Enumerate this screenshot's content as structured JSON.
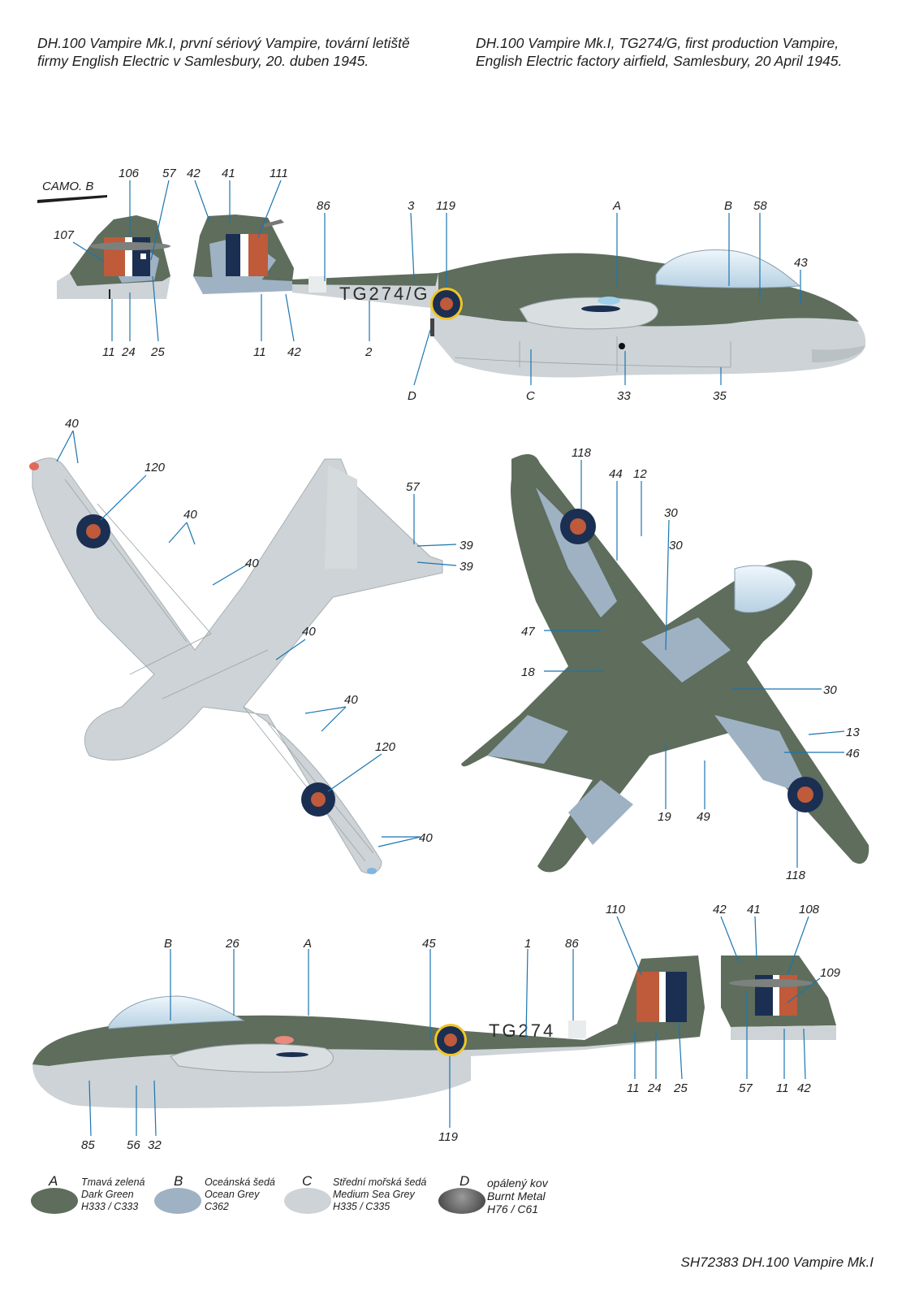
{
  "caption_cz": [
    "DH.100 Vampire Mk.I, první sériový Vampire, tovární letiště",
    "firmy English Electric v Samlesbury, 20. duben 1945."
  ],
  "caption_en": [
    "DH.100 Vampire Mk.I, TG274/G, first production Vampire,",
    "English Electric factory airfield, Samlesbury, 20 April 1945."
  ],
  "camo_label": "CAMO. B",
  "serial_left": "TG274/G",
  "serial_right": "TG274",
  "colors": {
    "dark_green": "#5e6d5c",
    "ocean_grey": "#9fb2c4",
    "medium_sea_grey": "#cdd3d6",
    "burnt_metal": "#5a5a5a",
    "roundel_blue": "#1b2f52",
    "roundel_red": "#bf5a3a",
    "roundel_yellow": "#f2c524",
    "leader": "#1b75b0"
  },
  "callouts": {
    "left_view": [
      "106",
      "57",
      "42",
      "41",
      "111",
      "107",
      "86",
      "3",
      "119",
      "A",
      "B",
      "58",
      "43",
      "11",
      "24",
      "25",
      "11",
      "42",
      "2",
      "D",
      "C",
      "33",
      "35"
    ],
    "top_view": [
      "40",
      "120",
      "40",
      "40",
      "40",
      "40",
      "120",
      "40",
      "57",
      "39",
      "39"
    ],
    "bottom_view": [
      "118",
      "44",
      "12",
      "30",
      "30",
      "47",
      "18",
      "30",
      "13",
      "46",
      "19",
      "49",
      "118"
    ],
    "right_view": [
      "110",
      "42",
      "41",
      "108",
      "109",
      "B",
      "26",
      "A",
      "45",
      "1",
      "86",
      "11",
      "24",
      "25",
      "57",
      "11",
      "42",
      "85",
      "56",
      "32",
      "119"
    ]
  },
  "legend": [
    {
      "letter": "A",
      "cz": "Tmavá zelená",
      "en": "Dark Green",
      "code": "H333 / C333",
      "color": "#5e6d5c"
    },
    {
      "letter": "B",
      "cz": "Oceánská šedá",
      "en": "Ocean Grey",
      "code": "C362",
      "color": "#9fb2c4"
    },
    {
      "letter": "C",
      "cz": "Střední mořská šedá",
      "en": "Medium Sea Grey",
      "code": "H335 / C335",
      "color": "#cdd3d6"
    },
    {
      "letter": "D",
      "cz": "opálený kov",
      "en": "Burnt Metal",
      "code": "H76 / C61",
      "color": "#5a5a5a"
    }
  ],
  "footer": "SH72383 DH.100 Vampire Mk.I"
}
